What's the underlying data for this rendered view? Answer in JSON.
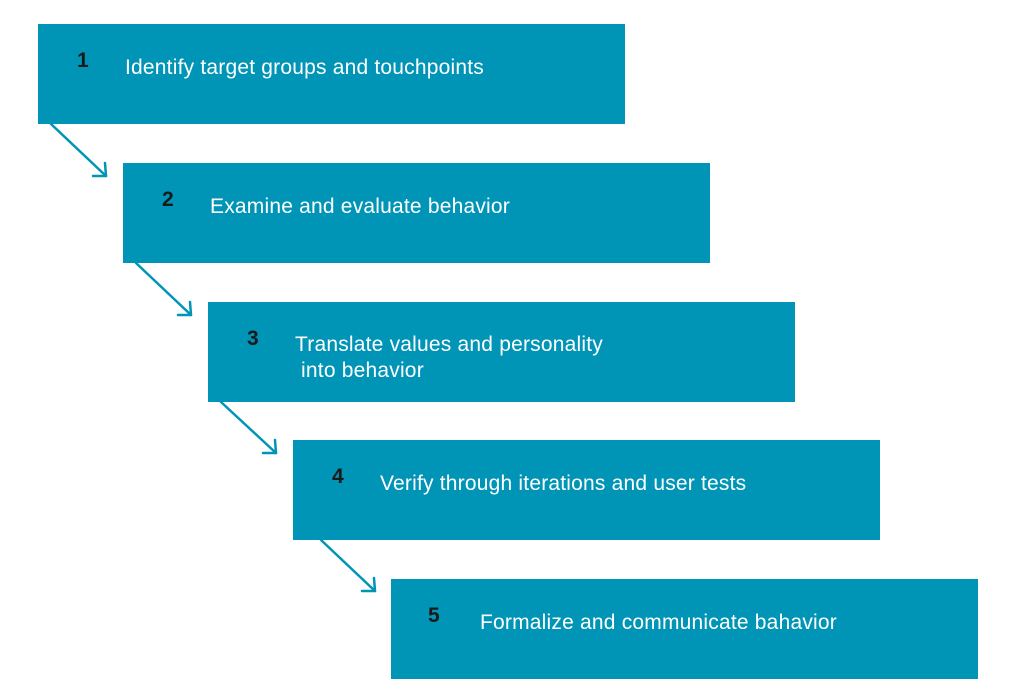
{
  "accent_color": "#0095b6",
  "number_color": "#1a1a1a",
  "label_color": "#ffffff",
  "arrow_color": "#0095b6",
  "steps": [
    {
      "number": "1",
      "label": "Identify target groups and touchpoints"
    },
    {
      "number": "2",
      "label": "Examine and evaluate behavior"
    },
    {
      "number": "3",
      "label": "Translate values and personality\n into behavior"
    },
    {
      "number": "4",
      "label": "Verify through iterations and user tests"
    },
    {
      "number": "5",
      "label": "Formalize and communicate bahavior"
    }
  ]
}
